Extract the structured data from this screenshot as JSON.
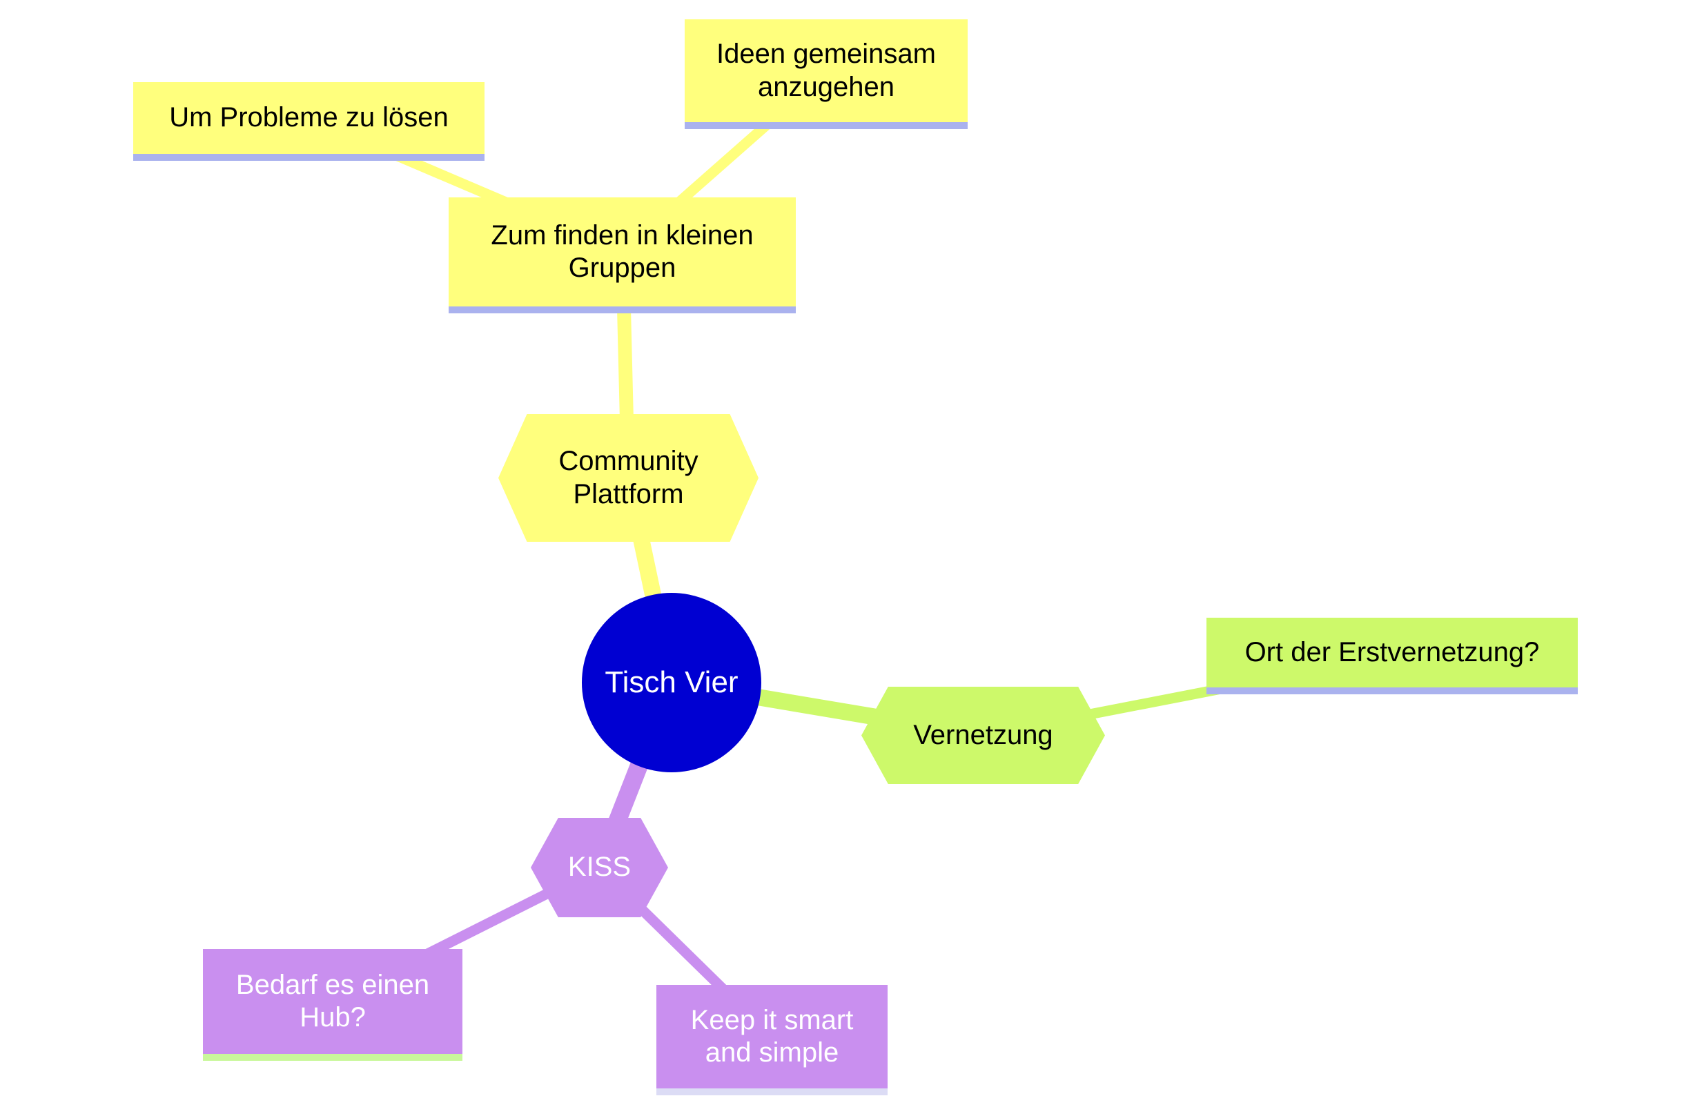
{
  "canvas": {
    "background": "#ffffff"
  },
  "colors": {
    "branch_yellow": "#ffff7d",
    "branch_green": "#cdf96a",
    "branch_purple": "#c98fef",
    "root_blue": "#0000d2",
    "underline_periwinkle": "#aab2ee",
    "underline_green": "#c9f79b",
    "underline_lavender": "#dcdcf5",
    "text_dark": "#000000",
    "text_light": "#ffffff"
  },
  "root": {
    "label": "Tisch Vier"
  },
  "nodes": {
    "community": {
      "label": "Community Plattform"
    },
    "zum_finden": {
      "label": "Zum finden in kleinen Gruppen"
    },
    "um_probleme": {
      "label": "Um Probleme zu lösen"
    },
    "ideen": {
      "label": "Ideen gemeinsam anzugehen"
    },
    "vernetzung": {
      "label": "Vernetzung"
    },
    "ort": {
      "label": "Ort der Erstvernetzung?"
    },
    "kiss": {
      "label": "KISS"
    },
    "bedarf": {
      "label": "Bedarf es einen Hub?"
    },
    "keep": {
      "label": "Keep it smart and simple"
    }
  }
}
